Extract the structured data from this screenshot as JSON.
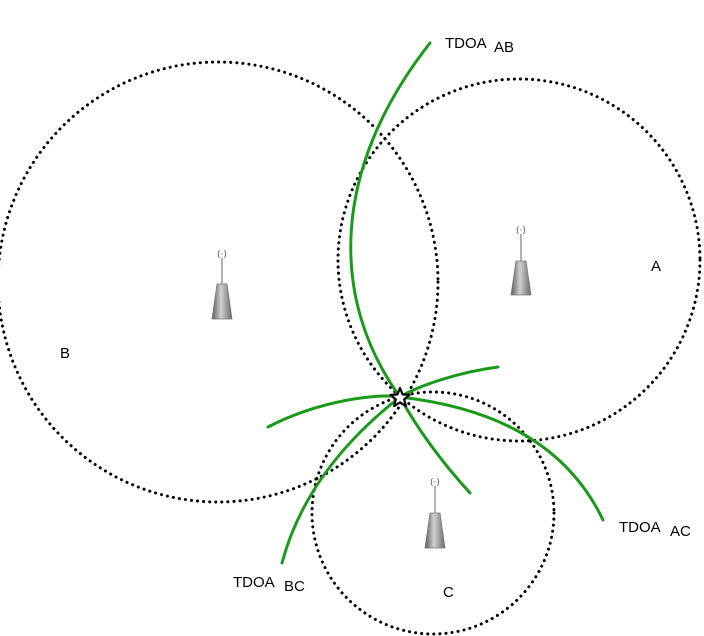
{
  "stations": [
    {
      "id": "A",
      "label": "A"
    },
    {
      "id": "B",
      "label": "B"
    },
    {
      "id": "C",
      "label": "C"
    }
  ],
  "tdoa_curves": [
    {
      "id": "AB",
      "label": "TDOA",
      "subscript": "AB"
    },
    {
      "id": "AC",
      "label": "TDOA",
      "subscript": "AC"
    },
    {
      "id": "BC",
      "label": "TDOA",
      "subscript": "BC"
    }
  ],
  "antenna_glyph": "(·)",
  "icons": {
    "station": "cell-tower-icon",
    "target": "star-icon"
  },
  "colors": {
    "coverage": "#000000",
    "hyperbola": "#1a9a1a",
    "tower_dark": "#5a5a5a",
    "tower_light": "#d0d0d0",
    "target": "#000000"
  }
}
